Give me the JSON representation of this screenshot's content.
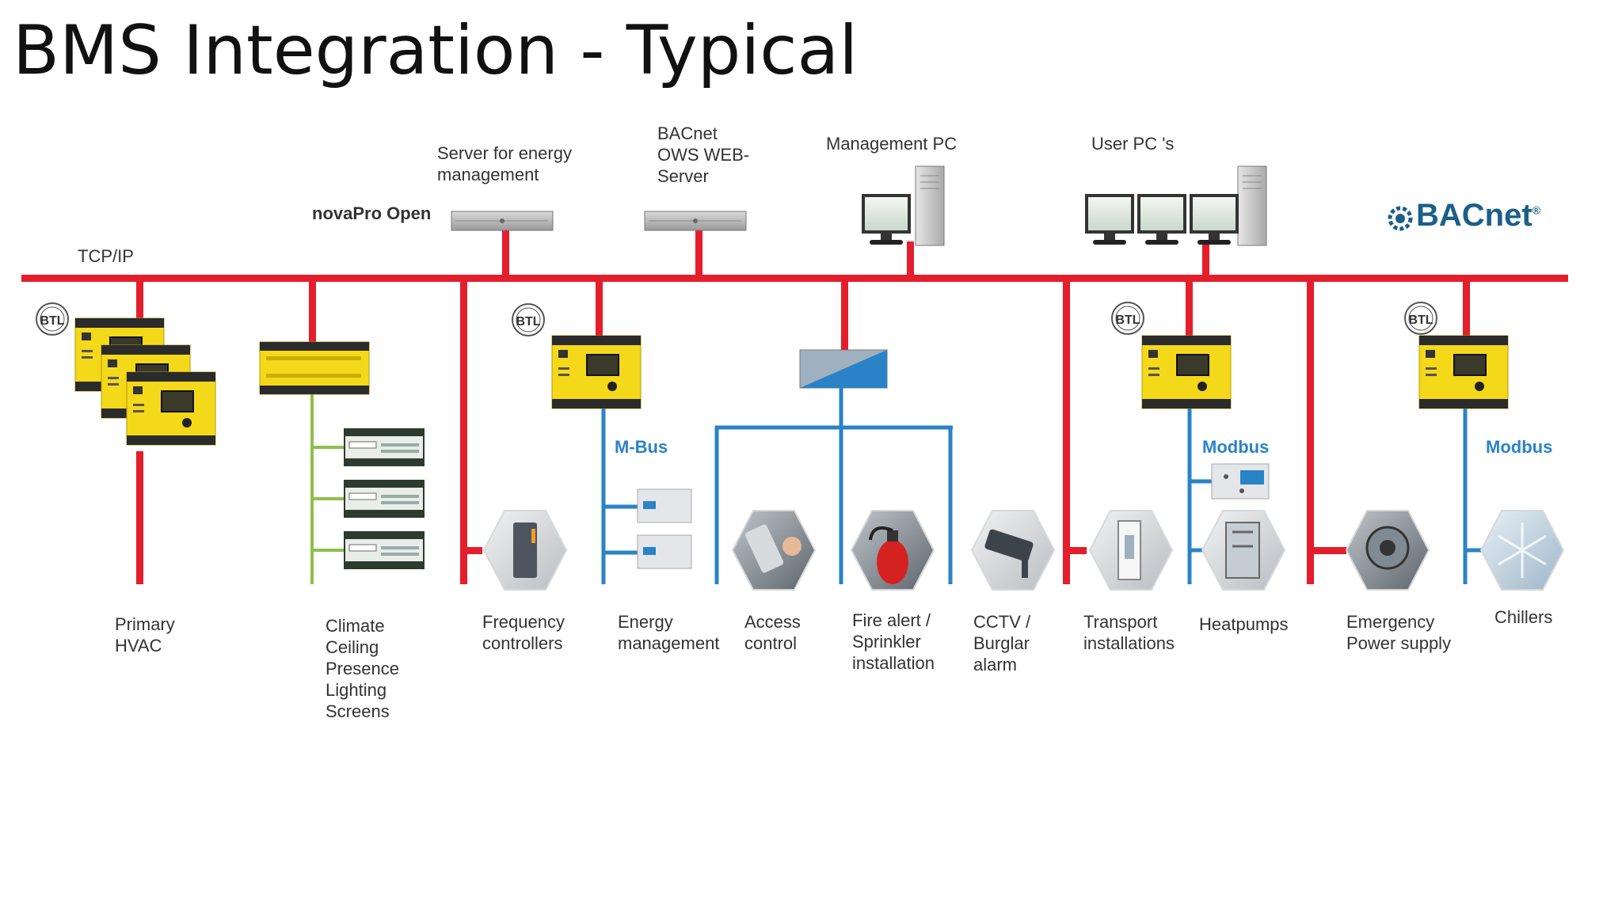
{
  "title": "BMS Integration - Typical",
  "colors": {
    "ethernet": "#e41e2b",
    "fieldbus": "#2a83c6",
    "io_bus": "#8cc04b",
    "controller": "#f4d81a",
    "bacnet_brand": "#1b5f8a"
  },
  "network": {
    "tcpip_label": "TCP/IP"
  },
  "top_devices": {
    "novapro": "novaPro Open",
    "energy_server": [
      "Server  for energy",
      "management"
    ],
    "bacnet_ows": [
      "BACnet",
      "OWS WEB-",
      "Server"
    ],
    "management_pc": "Management PC",
    "user_pcs": "User PC 's",
    "bacnet_logo": "BACnet",
    "bacnet_reg": "®"
  },
  "certification_badge": "BTL",
  "bus_labels": {
    "mbus": "M-Bus",
    "modbus_heatpumps": "Modbus",
    "modbus_chillers": "Modbus"
  },
  "subsystems": {
    "primary_hvac": [
      "Primary",
      "HVAC"
    ],
    "climate": [
      "Climate",
      "Ceiling",
      "Presence",
      "Lighting",
      "Screens"
    ],
    "frequency": [
      "Frequency",
      "controllers"
    ],
    "energy": [
      "Energy",
      "management"
    ],
    "access": [
      "Access",
      "control"
    ],
    "fire": [
      "Fire alert /",
      "Sprinkler",
      "installation"
    ],
    "cctv": [
      "CCTV /",
      "Burglar",
      "alarm"
    ],
    "transport": [
      "Transport",
      "installations"
    ],
    "heatpumps": [
      "Heatpumps"
    ],
    "emergency": [
      "Emergency",
      "Power supply"
    ],
    "chillers": [
      "Chillers"
    ]
  }
}
